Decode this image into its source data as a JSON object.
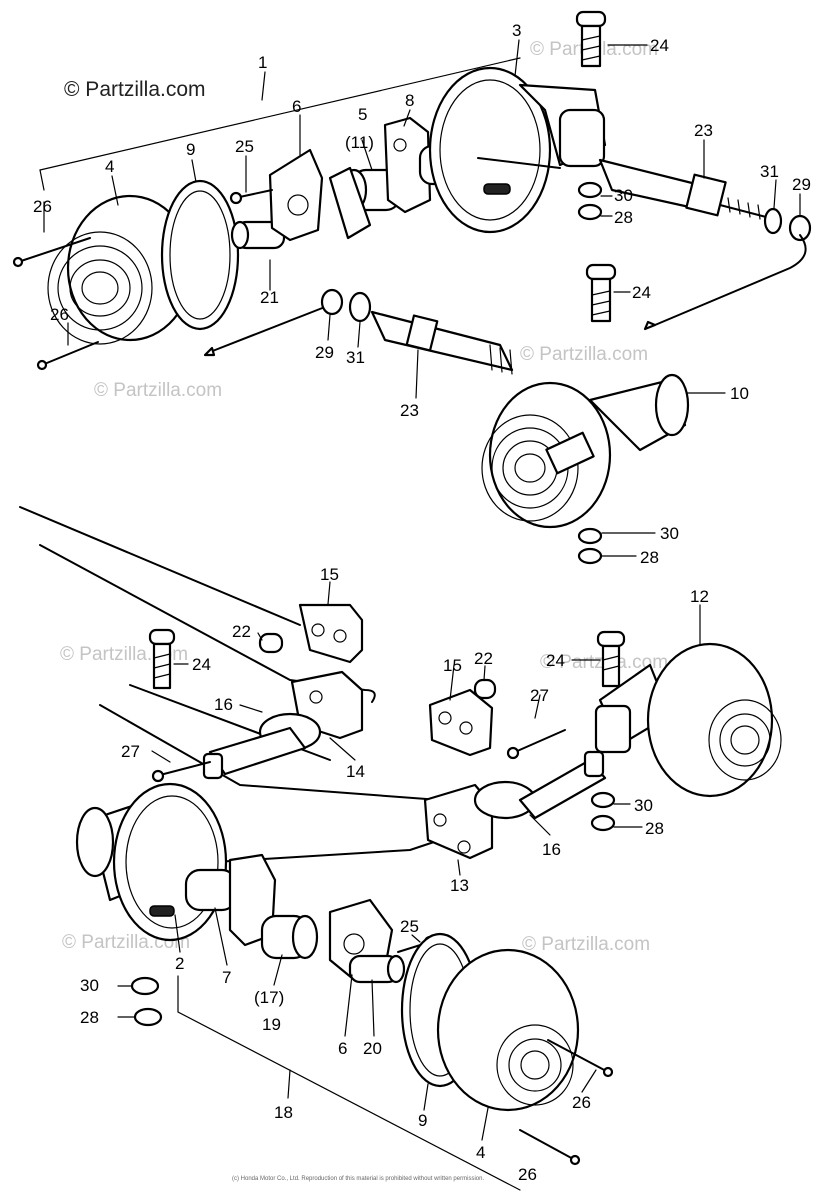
{
  "watermarks": {
    "main": "© Partzilla.com",
    "faint": "© Partzilla.com"
  },
  "copyright_fineprint": "(c) Honda Motor Co., Ltd. Reproduction of this material is prohibited without written permission.",
  "callouts": {
    "c1": "1",
    "c2": "2",
    "c3": "3",
    "c4a": "4",
    "c4b": "4",
    "c5": "5",
    "c11": "(11)",
    "c6a": "6",
    "c6b": "6",
    "c7": "7",
    "c8": "8",
    "c9a": "9",
    "c9b": "9",
    "c10": "10",
    "c12": "12",
    "c13": "13",
    "c14": "14",
    "c15a": "15",
    "c15b": "15",
    "c16a": "16",
    "c16b": "16",
    "c17": "(17)",
    "c18": "18",
    "c19": "19",
    "c20": "20",
    "c21": "21",
    "c22a": "22",
    "c22b": "22",
    "c23a": "23",
    "c23b": "23",
    "c24a": "24",
    "c24b": "24",
    "c24c": "24",
    "c24d": "24",
    "c25a": "25",
    "c25b": "25",
    "c26a": "26",
    "c26b": "26",
    "c26c": "26",
    "c26d": "26",
    "c27a": "27",
    "c27b": "27",
    "c28a": "28",
    "c28b": "28",
    "c28c": "28",
    "c28d": "28",
    "c29a": "29",
    "c29b": "29",
    "c30a": "30",
    "c30b": "30",
    "c30c": "30",
    "c30d": "30",
    "c31a": "31",
    "c31b": "31"
  }
}
